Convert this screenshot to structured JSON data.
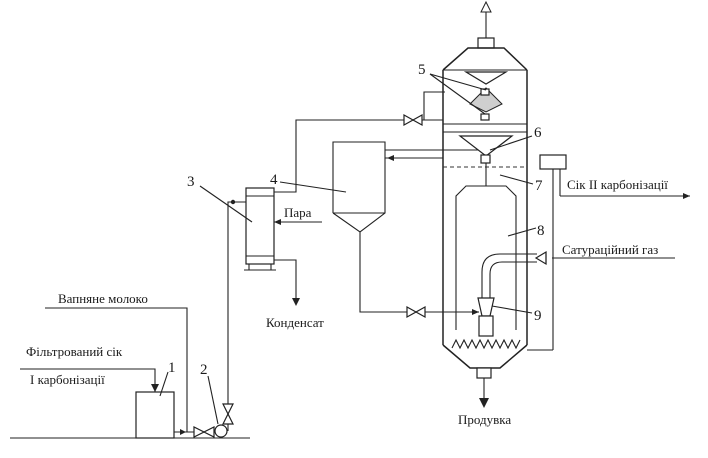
{
  "diagram": {
    "numbers": {
      "n1": "1",
      "n2": "2",
      "n3": "3",
      "n4": "4",
      "n5": "5",
      "n6": "6",
      "n7": "7",
      "n8": "8",
      "n9": "9"
    },
    "labels": {
      "lime_milk": "Вапняне молоко",
      "filtered_juice_line1": "Фільтрований сік",
      "filtered_juice_line2": "І карбонізації",
      "steam": "Пара",
      "condensate": "Конденсат",
      "juice_ii": "Сік II карбонізації",
      "saturation_gas": "Сатураційний газ",
      "purge": "Продувка"
    }
  }
}
